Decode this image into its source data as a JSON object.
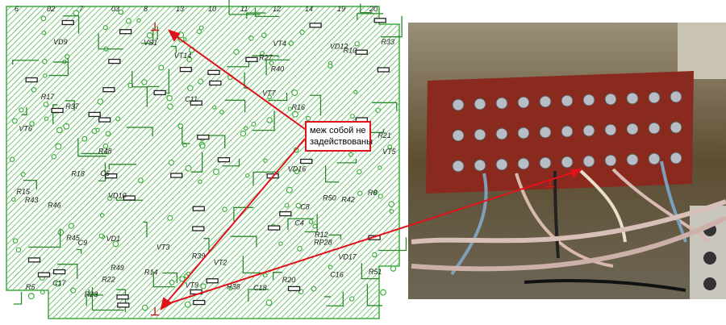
{
  "callout": {
    "text": "меж собой не задействованы"
  },
  "ground_marks": [
    "⊥",
    "⊥",
    "⊥"
  ],
  "pcb_labels": [
    "C18",
    "R46",
    "R50",
    "R43",
    "R37",
    "R40",
    "VD16",
    "R51",
    "VT14",
    "C17",
    "VD17",
    "VT3",
    "C11",
    "R48",
    "R42",
    "R45",
    "VS1",
    "R49",
    "R39",
    "R38",
    "C16",
    "RP28",
    "C6",
    "R33",
    "VT9",
    "R27",
    "R15",
    "C8",
    "R23",
    "R22",
    "R17",
    "R18",
    "VT6",
    "VT4",
    "R10",
    "VT7",
    "R21",
    "R20",
    "VT2",
    "VD10",
    "VT5",
    "R8",
    "VD12",
    "R5",
    "VD1",
    "VD9",
    "C9",
    "C4",
    "R14",
    "R16",
    "R12"
  ],
  "pin_labels": [
    "6",
    "02",
    "7",
    "03",
    "8",
    "13",
    "10",
    "11",
    "12",
    "14",
    "19",
    "20"
  ],
  "colors": {
    "pcb_green": "#3fae3f",
    "arrow_red": "#e0131b",
    "board_red": "#8a2a1e",
    "photo_bg": "#5b4a2c"
  }
}
